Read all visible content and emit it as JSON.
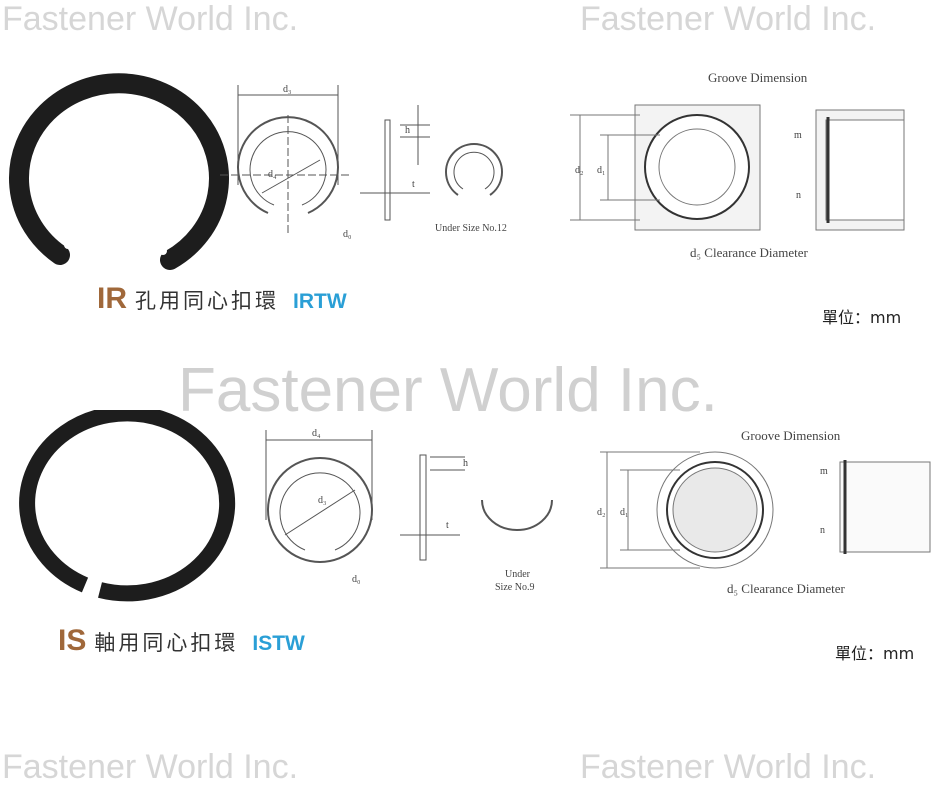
{
  "watermark": "Fastener World Inc.",
  "ir": {
    "code": "IR",
    "name": "孔用同心扣環",
    "sub_code": "IRTW",
    "labels": {
      "d3": "d₃",
      "d4": "d₄",
      "h": "h",
      "t": "t",
      "d0": "d₀",
      "d2": "d₂",
      "d1": "d₁",
      "m": "m",
      "n": "n"
    },
    "under_size": "Under Size No.12",
    "groove_title": "Groove Dimension",
    "clearance": "d₅  Clearance  Diameter",
    "unit": "單位：mm"
  },
  "is": {
    "code": "IS",
    "name": "軸用同心扣環",
    "sub_code": "ISTW",
    "labels": {
      "d4": "d₄",
      "d3": "d₃",
      "h": "h",
      "t": "t",
      "d0": "d₀",
      "d2": "d₂",
      "d1": "d₁",
      "m": "m",
      "n": "n"
    },
    "under_size_1": "Under",
    "under_size_2": "Size No.9",
    "groove_title": "Groove Dimension",
    "clearance": "d₅  Clearance  Diameter",
    "unit": "單位：mm"
  }
}
